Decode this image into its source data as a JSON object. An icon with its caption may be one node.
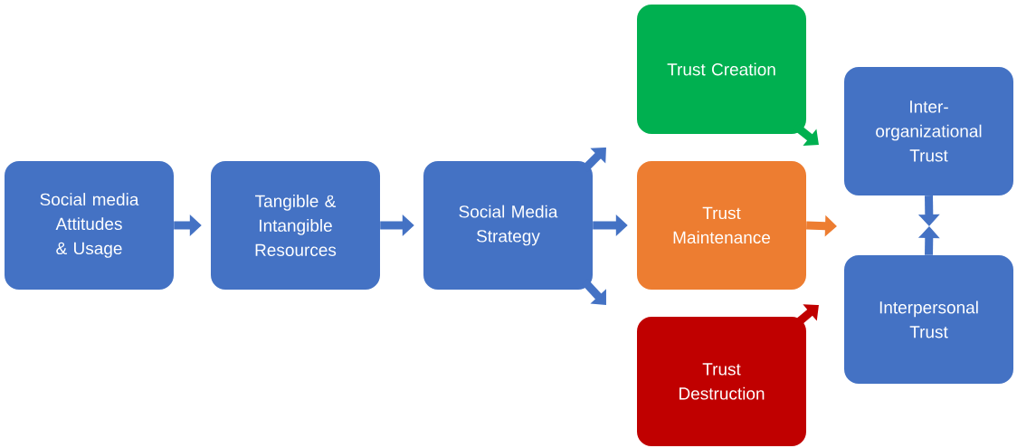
{
  "diagram": {
    "nodes": [
      {
        "text": [
          "Social media Attitudes & Usage"
        ]
      },
      {
        "text": [
          "Tangible & Intangible Resources"
        ]
      },
      {
        "text": [
          "Social Media Strategy"
        ]
      },
      {
        "text": [
          "Trust Creation"
        ]
      },
      {
        "text": [
          "Trust Maintenance"
        ]
      },
      {
        "text": [
          "Trust Destruction"
        ]
      },
      {
        "text": [
          "Inter-organizational Trust"
        ]
      },
      {
        "text": [
          "Interpersonal Trust"
        ]
      }
    ],
    "edges": [
      {
        "from": 0,
        "to": 1,
        "arrow": "to"
      },
      {
        "from": 1,
        "to": 2,
        "arrow": "to"
      },
      {
        "from": 2,
        "to": null,
        "arrow": "to"
      },
      {
        "from": 2,
        "to": 4,
        "arrow": "to"
      },
      {
        "from": 2,
        "to": null,
        "arrow": "to"
      },
      {
        "from": 3,
        "to": null,
        "arrow": "to",
        "color": "#00b050"
      },
      {
        "from": 4,
        "to": null,
        "arrow": "to",
        "color": "#ed7d31"
      },
      {
        "from": 5,
        "to": null,
        "arrow": "to",
        "color": "#c00000"
      },
      {
        "from": 6,
        "to": null,
        "arrow": "to"
      },
      {
        "from": 7,
        "to": null,
        "arrow": "to"
      }
    ]
  }
}
